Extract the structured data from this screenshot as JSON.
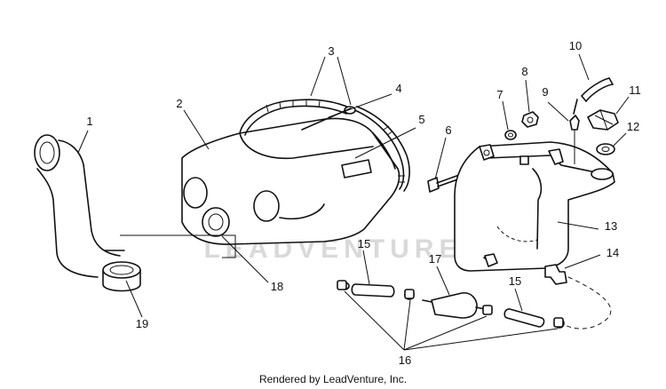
{
  "callouts": {
    "c1": "1",
    "c2": "2",
    "c3": "3",
    "c4": "4",
    "c5": "5",
    "c6": "6",
    "c7": "7",
    "c8": "8",
    "c9": "9",
    "c10": "10",
    "c11": "11",
    "c12": "12",
    "c13": "13",
    "c14": "14",
    "c15a": "15",
    "c15b": "15",
    "c16": "16",
    "c17": "17",
    "c18": "18",
    "c19": "19"
  },
  "watermark": {
    "text": "LEADVENTURE"
  },
  "footer": {
    "credit": "Rendered by LeadVenture, Inc."
  }
}
